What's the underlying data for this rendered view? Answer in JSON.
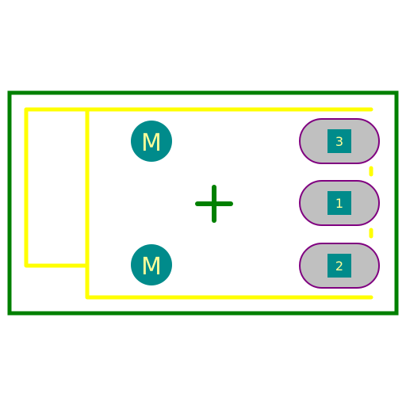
{
  "colors": {
    "background": "#ffffff",
    "courtyard": "#008000",
    "silkscreen": "#ffff00",
    "mounting_hole": "#008b8b",
    "mounting_label": "#ffff99",
    "pad_fill": "#c0c0c0",
    "pad_outline": "#800080",
    "pad_core": "#008b8b",
    "pad_label": "#ffff99",
    "origin_marker": "#008000"
  },
  "mounting_holes": [
    {
      "label": "M"
    },
    {
      "label": "M"
    }
  ],
  "pads": [
    {
      "number": "3"
    },
    {
      "number": "1"
    },
    {
      "number": "2"
    }
  ]
}
